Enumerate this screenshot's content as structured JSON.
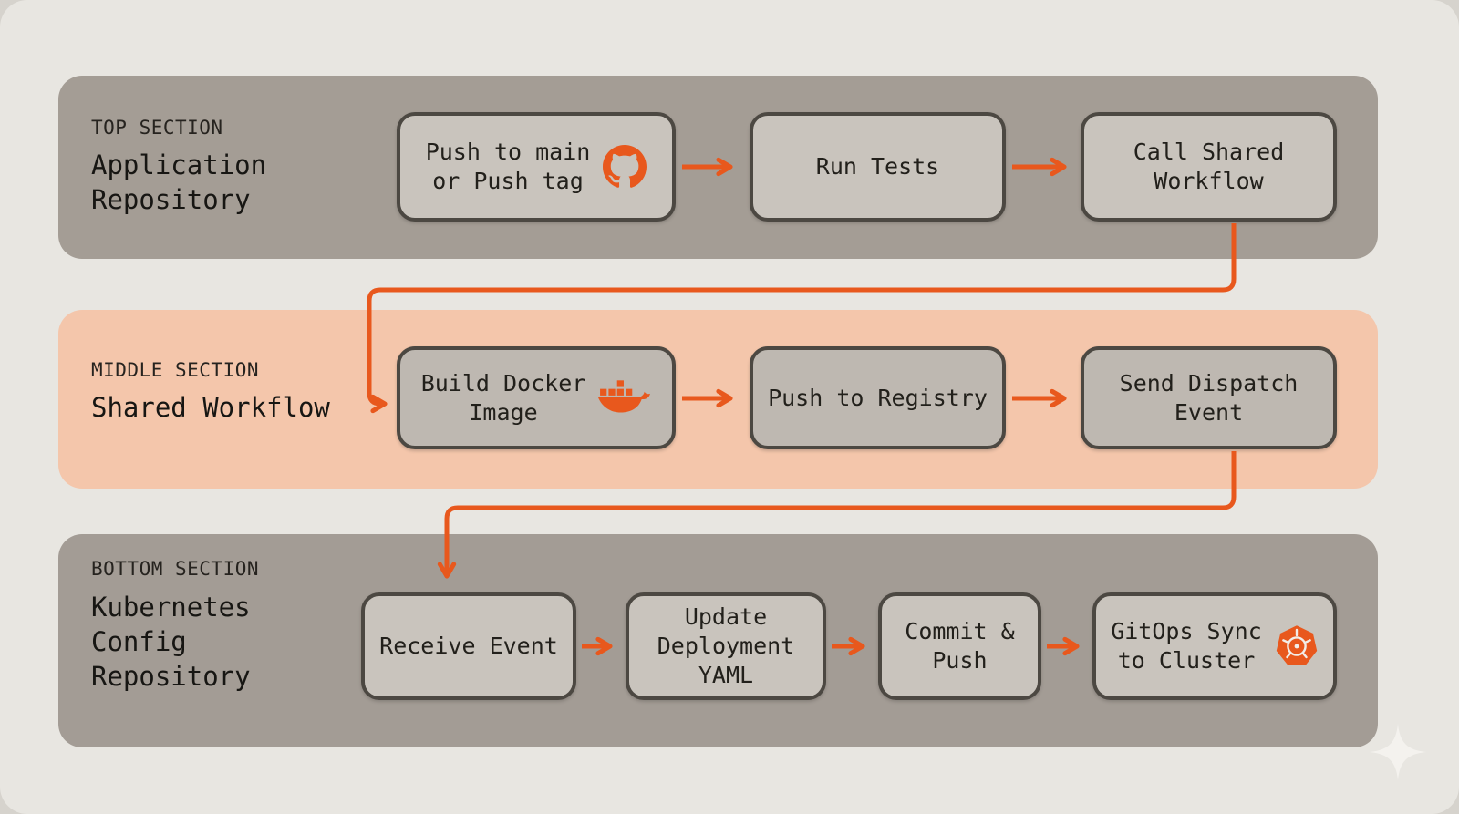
{
  "colors": {
    "accent_orange": "#e8581d",
    "band_gray": "#a49d95",
    "band_peach": "#f4c6ab",
    "node_fill": "#c9c4bd",
    "node_border": "#4c4842",
    "canvas_background": "#e8e6e1",
    "sparkle_white": "#f4f2ee",
    "text_dark": "#1f1d19"
  },
  "sections": {
    "top": {
      "kicker": "TOP SECTION",
      "title_lines": [
        "Application",
        "Repository"
      ],
      "nodes": [
        {
          "lines": [
            "Push to main",
            "or Push tag"
          ],
          "icon": "github-icon"
        },
        {
          "lines": [
            "Run Tests"
          ]
        },
        {
          "lines": [
            "Call Shared",
            "Workflow"
          ]
        }
      ]
    },
    "middle": {
      "kicker": "MIDDLE SECTION",
      "title_lines": [
        "Shared Workflow"
      ],
      "nodes": [
        {
          "lines": [
            "Build Docker",
            "Image"
          ],
          "icon": "docker-icon"
        },
        {
          "lines": [
            "Push to Registry"
          ]
        },
        {
          "lines": [
            "Send Dispatch",
            "Event"
          ]
        }
      ]
    },
    "bottom": {
      "kicker": "BOTTOM SECTION",
      "title_lines": [
        "Kubernetes",
        "Config",
        "Repository"
      ],
      "nodes": [
        {
          "lines": [
            "Receive Event"
          ]
        },
        {
          "lines": [
            "Update",
            "Deployment",
            "YAML"
          ]
        },
        {
          "lines": [
            "Commit &",
            "Push"
          ]
        },
        {
          "lines": [
            "GitOps Sync",
            "to Cluster"
          ],
          "icon": "kubernetes-icon"
        }
      ]
    }
  },
  "connections": [
    {
      "from": "Push to main or Push tag",
      "to": "Run Tests"
    },
    {
      "from": "Run Tests",
      "to": "Call Shared Workflow"
    },
    {
      "from": "Call Shared Workflow",
      "to": "Build Docker Image"
    },
    {
      "from": "Build Docker Image",
      "to": "Push to Registry"
    },
    {
      "from": "Push to Registry",
      "to": "Send Dispatch Event"
    },
    {
      "from": "Send Dispatch Event",
      "to": "Receive Event"
    },
    {
      "from": "Receive Event",
      "to": "Update Deployment YAML"
    },
    {
      "from": "Update Deployment YAML",
      "to": "Commit & Push"
    },
    {
      "from": "Commit & Push",
      "to": "GitOps Sync to Cluster"
    }
  ]
}
